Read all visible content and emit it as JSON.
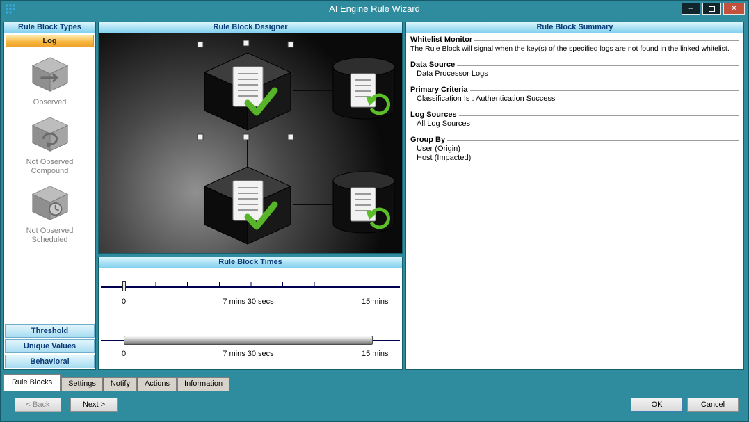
{
  "window": {
    "title": "AI Engine Rule Wizard",
    "controls": {
      "minimize": "–",
      "close": "✕"
    }
  },
  "rule_block_types": {
    "header": "Rule Block Types",
    "selected_type": "Log",
    "type_icons": [
      {
        "icon": "observed-cube-icon",
        "label": "Observed"
      },
      {
        "icon": "not-observed-compound-cube-icon",
        "label": "Not Observed Compound"
      },
      {
        "icon": "not-observed-scheduled-cube-icon",
        "label": "Not Observed Scheduled"
      }
    ],
    "other_types": [
      "Threshold",
      "Unique Values",
      "Behavioral"
    ]
  },
  "designer": {
    "header": "Rule Block Designer",
    "icons": [
      "log-block-icon",
      "whitelist-db-icon",
      "log-block-icon",
      "whitelist-db-icon"
    ]
  },
  "times": {
    "header": "Rule Block Times",
    "sliders": [
      {
        "labels": [
          "0",
          "7 mins 30 secs",
          "15 mins"
        ]
      },
      {
        "labels": [
          "0",
          "7 mins 30 secs",
          "15 mins"
        ]
      }
    ]
  },
  "summary": {
    "header": "Rule Block Summary",
    "sections": [
      {
        "title": "Whitelist Monitor",
        "lines": [
          "The Rule Block will signal when the key(s) of the specified logs are not found in the linked whitelist."
        ]
      },
      {
        "title": "Data Source",
        "lines": [
          "Data Processor Logs"
        ]
      },
      {
        "title": "Primary Criteria",
        "lines": [
          "Classification Is : Authentication Success"
        ]
      },
      {
        "title": "Log Sources",
        "lines": [
          "All Log Sources"
        ]
      },
      {
        "title": "Group By",
        "lines": [
          "User (Origin)",
          "Host (Impacted)"
        ]
      }
    ]
  },
  "tabs": [
    "Rule Blocks",
    "Settings",
    "Notify",
    "Actions",
    "Information"
  ],
  "footer": {
    "back": "< Back",
    "next": "Next >",
    "ok": "OK",
    "cancel": "Cancel"
  },
  "colors": {
    "titlebar": "#2E8C9E",
    "header_text": "#0A3C78",
    "accent_orange": "#F6B53C",
    "close_red": "#C4503E"
  }
}
